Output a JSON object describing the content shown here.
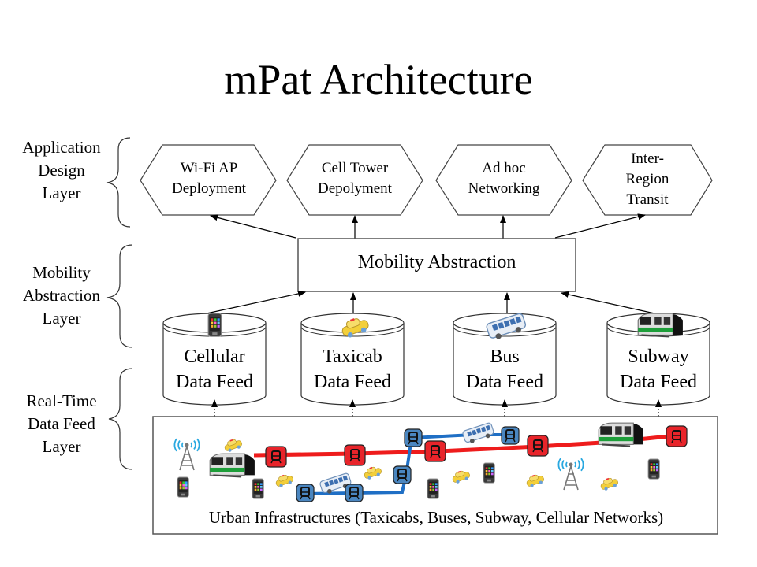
{
  "title": "mPat Architecture",
  "layers": [
    {
      "id": "app",
      "label_lines": [
        "Application",
        "Design",
        "Layer"
      ]
    },
    {
      "id": "mobility",
      "label_lines": [
        "Mobility",
        "Abstraction",
        "Layer"
      ]
    },
    {
      "id": "feed",
      "label_lines": [
        "Real-Time",
        "Data Feed",
        "Layer"
      ]
    }
  ],
  "applications": [
    {
      "lines": [
        "Wi-Fi AP",
        "Deployment"
      ]
    },
    {
      "lines": [
        "Cell Tower",
        "Depolyment"
      ]
    },
    {
      "lines": [
        "Ad hoc",
        "Networking"
      ]
    },
    {
      "lines": [
        "Inter-",
        "Region",
        "Transit"
      ]
    }
  ],
  "abstraction": {
    "label": "Mobility Abstraction"
  },
  "feeds": [
    {
      "lines": [
        "Cellular",
        "Data Feed"
      ],
      "icon": "phone-icon"
    },
    {
      "lines": [
        "Taxicab",
        "Data Feed"
      ],
      "icon": "taxi-icon"
    },
    {
      "lines": [
        "Bus",
        "Data Feed"
      ],
      "icon": "bus-icon"
    },
    {
      "lines": [
        "Subway",
        "Data Feed"
      ],
      "icon": "subway-train-icon"
    }
  ],
  "urban": {
    "caption": "Urban Infrastructures (Taxicabs, Buses, Subway, Cellular Networks)",
    "colors": {
      "subway_line": "#ee1c1c",
      "bus_line": "#1f6fc5",
      "subway_stop": "#e8242a",
      "bus_stop": "#4a86c0",
      "taxi": "#f3cf3a"
    }
  }
}
